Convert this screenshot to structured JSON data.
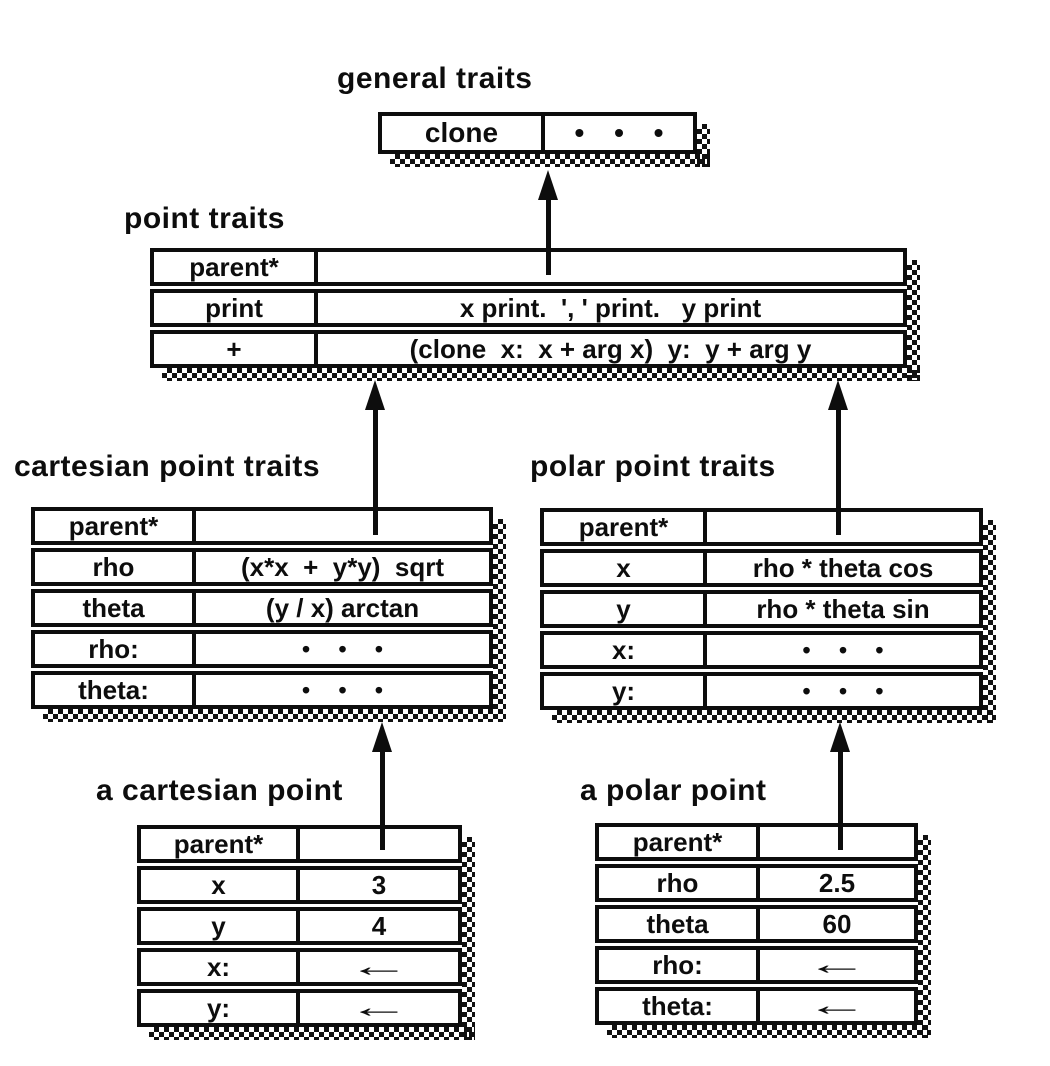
{
  "colors": {
    "ink": "#0d0d0d",
    "paper": "#ffffff"
  },
  "general_traits": {
    "label": "general traits",
    "cells": [
      "clone",
      "• • •"
    ]
  },
  "point_traits": {
    "label": "point traits",
    "rows": [
      {
        "slot": "parent*",
        "value": ""
      },
      {
        "slot": "print",
        "value": "x print.  ', ' print.   y print"
      },
      {
        "slot": "+",
        "value": "(clone  x:  x + arg x)  y:  y + arg y"
      }
    ]
  },
  "cartesian_point_traits": {
    "label": "cartesian point traits",
    "rows": [
      {
        "slot": "parent*",
        "value": ""
      },
      {
        "slot": "rho",
        "value": "(x*x  +  y*y)  sqrt"
      },
      {
        "slot": "theta",
        "value": "(y / x) arctan"
      },
      {
        "slot": "rho:",
        "value": "• • •"
      },
      {
        "slot": "theta:",
        "value": "• • •"
      }
    ]
  },
  "polar_point_traits": {
    "label": "polar point traits",
    "rows": [
      {
        "slot": "parent*",
        "value": ""
      },
      {
        "slot": "x",
        "value": "rho * theta cos"
      },
      {
        "slot": "y",
        "value": "rho * theta sin"
      },
      {
        "slot": "x:",
        "value": "• • •"
      },
      {
        "slot": "y:",
        "value": "• • •"
      }
    ]
  },
  "a_cartesian_point": {
    "label": "a cartesian point",
    "rows": [
      {
        "slot": "parent*",
        "value": ""
      },
      {
        "slot": "x",
        "value": "3"
      },
      {
        "slot": "y",
        "value": "4"
      },
      {
        "slot": "x:",
        "value": "←"
      },
      {
        "slot": "y:",
        "value": "←"
      }
    ]
  },
  "a_polar_point": {
    "label": "a polar point",
    "rows": [
      {
        "slot": "parent*",
        "value": ""
      },
      {
        "slot": "rho",
        "value": "2.5"
      },
      {
        "slot": "theta",
        "value": "60"
      },
      {
        "slot": "rho:",
        "value": "←"
      },
      {
        "slot": "theta:",
        "value": "←"
      }
    ]
  }
}
